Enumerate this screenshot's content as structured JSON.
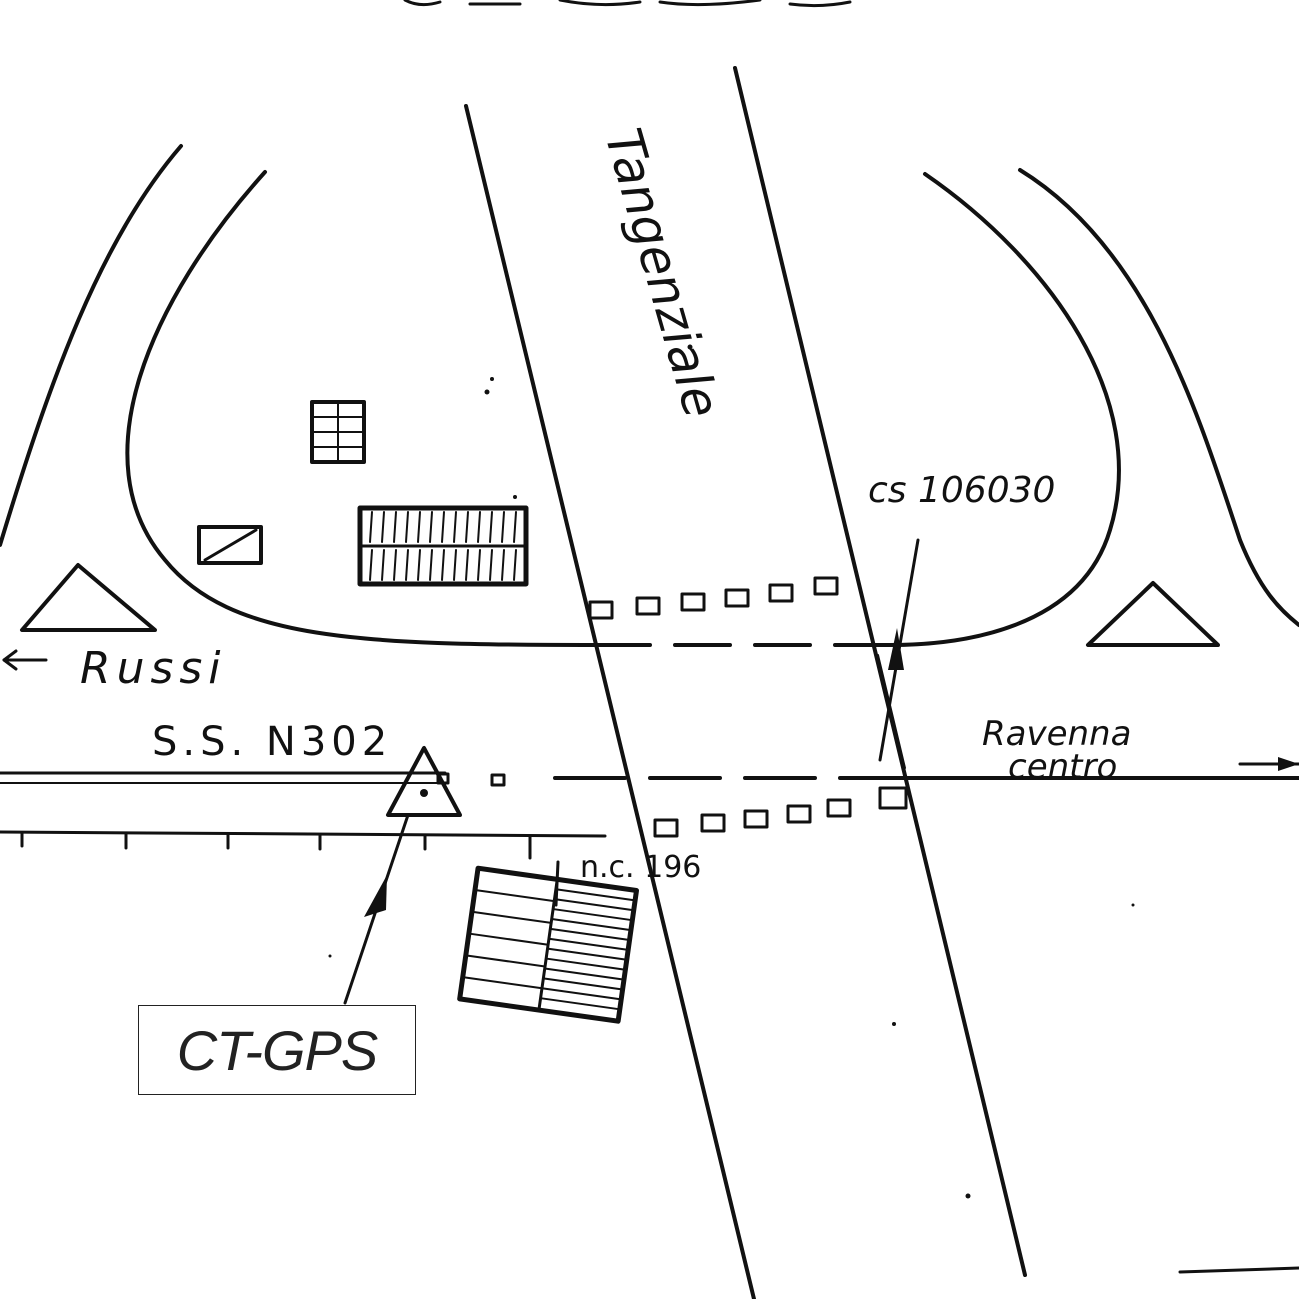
{
  "map": {
    "top_text": "",
    "road_tangenziale": "Tangenziale",
    "direction_left": "Russi",
    "direction_right_line1": "Ravenna",
    "direction_right_line2": "centro",
    "road_ss": "S.S. N302",
    "benchmark_code": "cs 106030",
    "house_number": "n.c. 196",
    "station_label": "CT-GPS",
    "left_arrow_glyph": "←"
  }
}
